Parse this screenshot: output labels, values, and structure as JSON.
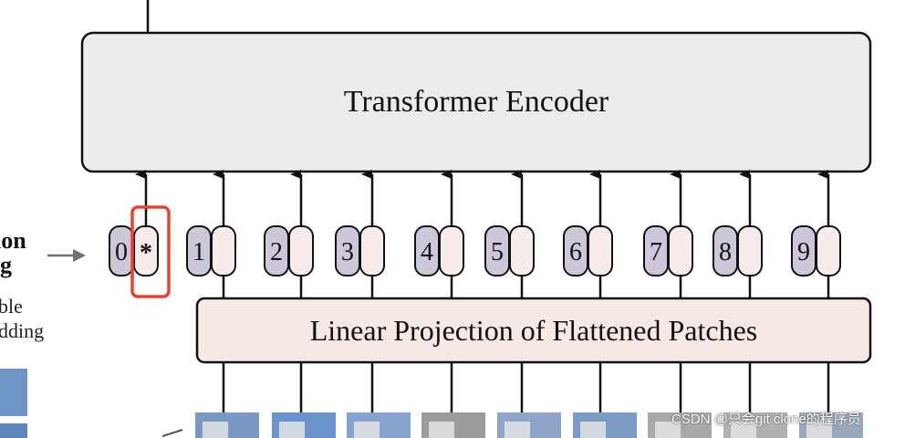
{
  "encoder": {
    "label": "Transformer Encoder"
  },
  "projection": {
    "label": "Linear Projection of Flattened Patches"
  },
  "class_token": {
    "label": "*"
  },
  "position_labels": [
    "0",
    "1",
    "2",
    "3",
    "4",
    "5",
    "6",
    "7",
    "8",
    "9"
  ],
  "side_label": {
    "bold_line1": "ion",
    "bold_line2": "g",
    "line3": "ble",
    "line4": "dding"
  },
  "watermark": "CSDN @只会git clone的程序员",
  "colors": {
    "encoder_fill": "#ececec",
    "projection_fill": "#f6e9e5",
    "position_fill": "#cdc7d9",
    "patch_fill": "#f8ecea",
    "highlight": "#e8422f",
    "stroke": "#111111",
    "side_arrow": "#707070"
  }
}
